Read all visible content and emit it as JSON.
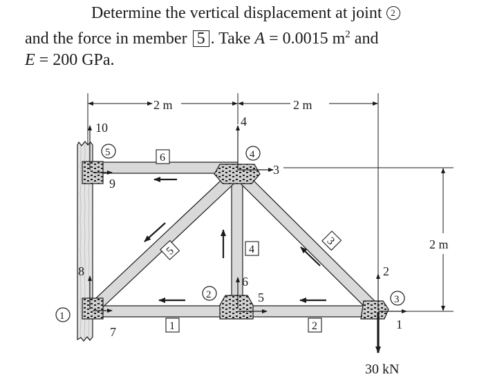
{
  "problem": {
    "line1": "Determine the vertical displacement at joint",
    "line1_joint": "2",
    "line2a": "and the force in member",
    "line2_member": "5",
    "line2b": ". Take",
    "line2_A_sym": "A",
    "line2_A_val": " = 0.0015 m",
    "line2_A_exp": "2",
    "line2_and": " and",
    "line3_E_sym": "E",
    "line3_E_val": " = 200 GPa."
  },
  "dimensions": {
    "top_left": "2 m",
    "top_right": "2 m",
    "right_height": "2 m"
  },
  "joints": {
    "j1": "1",
    "j2": "2",
    "j3": "3",
    "j4": "4",
    "j5": "5"
  },
  "members": {
    "m1": "1",
    "m2": "2",
    "m3": "3",
    "m4": "4",
    "m5": "5",
    "m6": "6"
  },
  "dofs": {
    "d1": "1",
    "d2": "2",
    "d3": "3",
    "d4": "4",
    "d5": "5",
    "d6": "6",
    "d7": "7",
    "d8": "8",
    "d9": "9",
    "d10": "10"
  },
  "load": {
    "value": "30 kN"
  },
  "colors": {
    "member_fill": "#d9d9d9",
    "ink": "#1a1a1a",
    "wall_fill": "#e4e4e4"
  }
}
